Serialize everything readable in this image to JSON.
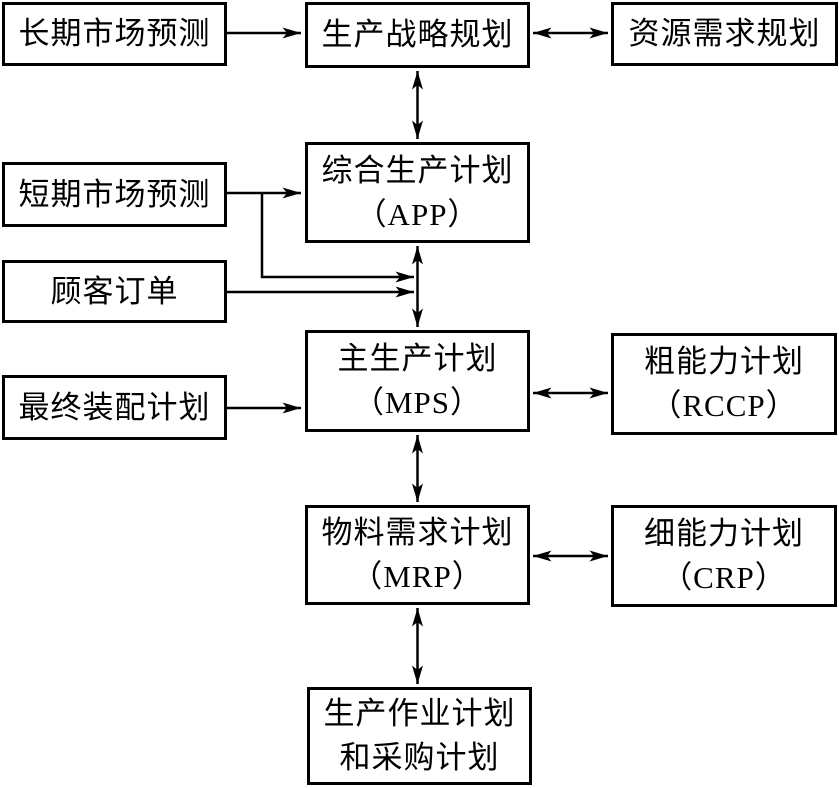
{
  "diagram": {
    "type": "flowchart",
    "language": "zh-CN",
    "background_color": "#ffffff",
    "line_color": "#000000",
    "text_color": "#000000",
    "nodes": {
      "long_term_forecast": {
        "line1": "长期市场预测"
      },
      "strategy_planning": {
        "line1": "生产战略规划"
      },
      "resource_requirements": {
        "line1": "资源需求规划"
      },
      "short_term_forecast": {
        "line1": "短期市场预测"
      },
      "aggregate_production": {
        "line1": "综合生产计划",
        "line2": "（APP）"
      },
      "customer_orders": {
        "line1": "顾客订单"
      },
      "master_production": {
        "line1": "主生产计划",
        "line2": "（MPS）"
      },
      "rough_cut_capacity": {
        "line1": "粗能力计划",
        "line2": "（RCCP）"
      },
      "final_assembly": {
        "line1": "最终装配计划"
      },
      "material_requirements": {
        "line1": "物料需求计划",
        "line2": "（MRP）"
      },
      "capacity_requirements": {
        "line1": "细能力计划",
        "line2": "（CRP）"
      },
      "production_operations": {
        "line1": "生产作业计划",
        "line2": "和采购计划"
      }
    },
    "edges": [
      {
        "from": "长期市场预测",
        "to": "生产战略规划",
        "type": "arrow"
      },
      {
        "from": "生产战略规划",
        "to": "资源需求规划",
        "type": "double-arrow"
      },
      {
        "from": "生产战略规划",
        "to": "综合生产计划（APP）",
        "type": "double-arrow"
      },
      {
        "from": "短期市场预测",
        "to": "综合生产计划（APP）",
        "type": "arrow"
      },
      {
        "from": "短期市场预测",
        "to": "主生产计划（MPS）",
        "type": "arrow",
        "note": "branch joins APP–MPS connector"
      },
      {
        "from": "顾客订单",
        "to": "主生产计划（MPS）",
        "type": "arrow",
        "note": "joins APP–MPS connector"
      },
      {
        "from": "综合生产计划（APP）",
        "to": "主生产计划（MPS）",
        "type": "double-arrow"
      },
      {
        "from": "最终装配计划",
        "to": "主生产计划（MPS）",
        "type": "arrow"
      },
      {
        "from": "主生产计划（MPS）",
        "to": "粗能力计划（RCCP）",
        "type": "double-arrow"
      },
      {
        "from": "主生产计划（MPS）",
        "to": "物料需求计划（MRP）",
        "type": "double-arrow"
      },
      {
        "from": "物料需求计划（MRP）",
        "to": "细能力计划（CRP）",
        "type": "double-arrow"
      },
      {
        "from": "物料需求计划（MRP）",
        "to": "生产作业计划和采购计划",
        "type": "double-arrow"
      }
    ]
  }
}
